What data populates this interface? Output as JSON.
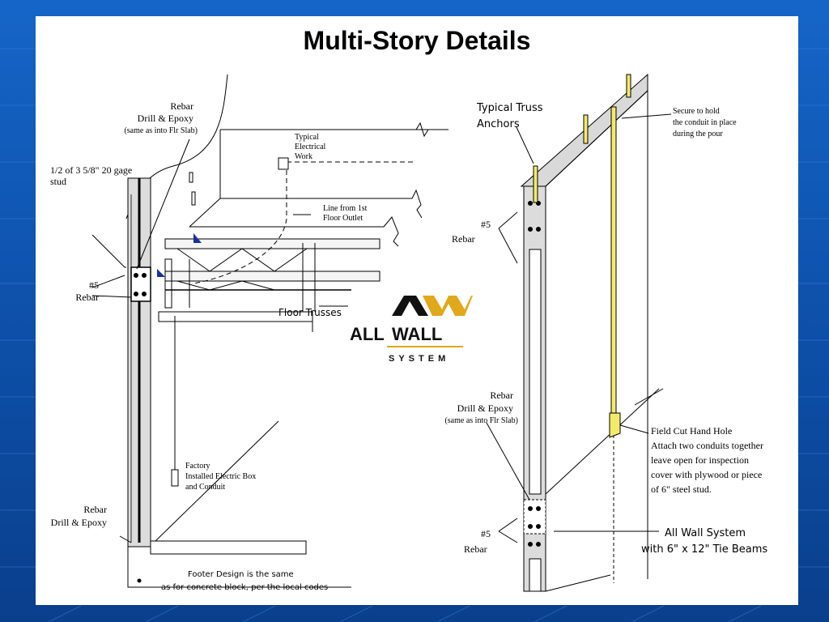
{
  "title": "Multi-Story Details",
  "logo": {
    "word1": "ALL",
    "word2": "WALL",
    "sub": "SYSTEM",
    "dark_color": "#111111",
    "gold_color": "#e0a81b"
  },
  "left_labels": {
    "rebar_top_1": "Rebar",
    "rebar_top_2": "Drill & Epoxy",
    "rebar_top_3": "(same as into Flr Slab)",
    "stud_1": "1/2 of 3 5/8\" 20 gage",
    "stud_2": "stud",
    "typical_1": "Typical",
    "typical_2": "Electrical",
    "typical_3": "Work",
    "line_1": "Line from 1st",
    "line_2": "Floor Outlet",
    "num5_1": "#5",
    "num5_2": "Rebar",
    "floor_trusses": "Floor Trusses",
    "factory_1": "Factory",
    "factory_2": "Installed Electric Box",
    "factory_3": "and Conduit",
    "rebar_bot_1": "Rebar",
    "rebar_bot_2": "Drill & Epoxy",
    "footer_1": "Footer Design is the same",
    "footer_2": "as for concrete block, per the local codes"
  },
  "right_labels": {
    "anchors_1": "Typical Truss",
    "anchors_2": "Anchors",
    "secure_1": "Secure to hold",
    "secure_2": "the conduit in place",
    "secure_3": "during the pour",
    "num5_top_1": "#5",
    "num5_top_2": "Rebar",
    "rebar_mid_1": "Rebar",
    "rebar_mid_2": "Drill & Epoxy",
    "rebar_mid_3": "(same as into Flr Slab)",
    "hand_1": "Field Cut Hand Hole",
    "hand_2": "Attach two conduits together",
    "hand_3": "leave open for inspection",
    "hand_4": "cover with plywood or piece",
    "hand_5": "of 6\" steel stud.",
    "num5_bot_1": "#5",
    "num5_bot_2": "Rebar",
    "allwall_1": "All Wall System",
    "allwall_2": "with 6\" x 12\" Tie Beams"
  },
  "colors": {
    "wall_fill": "#d9d9d9",
    "conduit": "#f2ea6b",
    "accent_blue": "#1a2fa0"
  }
}
